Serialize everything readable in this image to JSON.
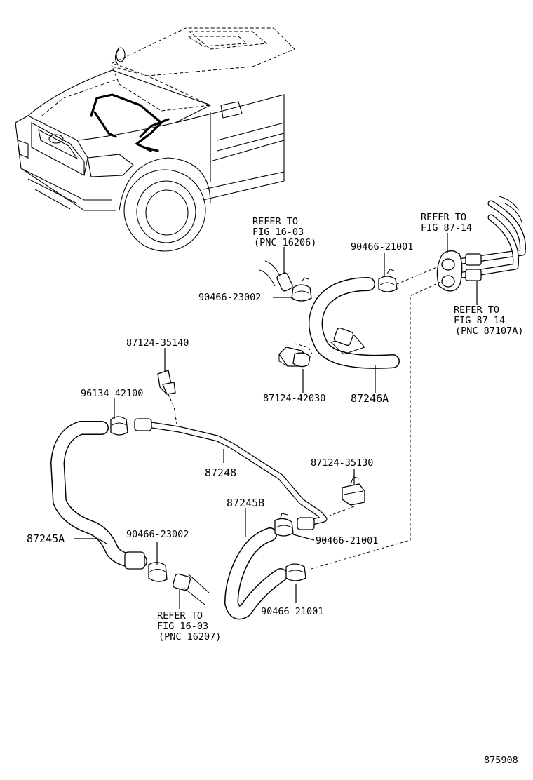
{
  "labels": {
    "refer_16206": [
      "REFER TO",
      "FIG 16-03",
      "(PNC 16206)"
    ],
    "refer_87_14_top": [
      "REFER TO",
      "FIG 87-14"
    ],
    "refer_87107a": [
      "REFER TO",
      "FIG 87-14",
      "(PNC 87107A)"
    ],
    "refer_16207": [
      "REFER TO",
      "FIG 16-03",
      "(PNC 16207)"
    ],
    "p_90466_21001_top": "90466-21001",
    "p_90466_23002_top": "90466-23002",
    "p_87124_35140": "87124-35140",
    "p_87124_42030": "87124-42030",
    "p_87246a": "87246A",
    "p_96134_42100": "96134-42100",
    "p_87248": "87248",
    "p_87124_35130": "87124-35130",
    "p_87245b": "87245B",
    "p_87245a": "87245A",
    "p_90466_23002_bottom": "90466-23002",
    "p_90466_21001_mid": "90466-21001",
    "p_90466_21001_bottom": "90466-21001",
    "figure_number": "875908"
  }
}
